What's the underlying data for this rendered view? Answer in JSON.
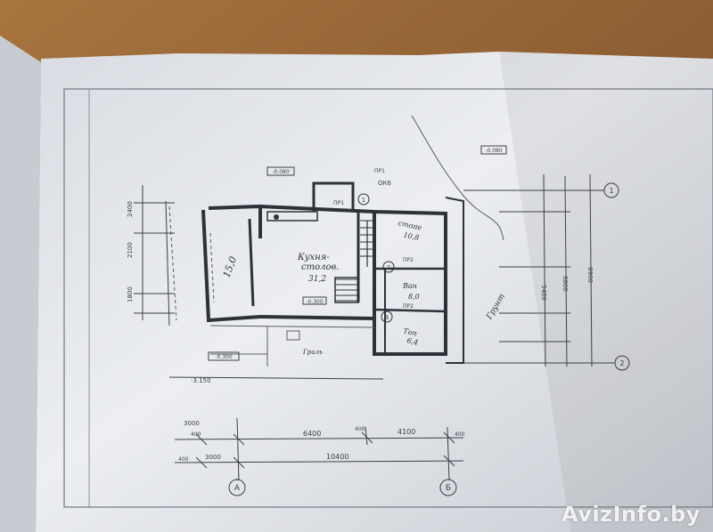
{
  "watermark": "AvizInfo.by",
  "rooms": {
    "kitchen_name_1": "Кухня-",
    "kitchen_name_2": "столов.",
    "kitchen_area": "31,2",
    "living_area": "15,0",
    "storage_name": "стоπе",
    "storage_area": "10,8",
    "bath_name": "Ван",
    "bath_area": "8,0",
    "utility_name": "Топ",
    "utility_area": "6,4",
    "ground_label": "Грунт",
    "porch_label": "Гриль"
  },
  "labels": {
    "pr1_a": "ПР1",
    "pr1_b": "ПР1",
    "pr2_a": "ПР2",
    "pr2_b": "ПР2",
    "ok6": "ОК6",
    "callout_1": "1",
    "callout_2": "2",
    "callout_3": "3"
  },
  "levels": {
    "lv_top": "-0.080",
    "lv_left": "-0.300",
    "lv_mid": "-0.300",
    "lv_bottom": "-3.150"
  },
  "dimensions": {
    "dim_4100": "4100",
    "dim_10400": "10400",
    "dim_6400": "6400",
    "dim_3000_a": "3000",
    "dim_3000_b": "3000",
    "dim_400_a": "400",
    "dim_400_b": "400",
    "dim_400_c": "400",
    "dim_400_d": "400",
    "dim_5400": "5400",
    "dim_8800": "8800",
    "dim_8900": "8900",
    "dim_2100": "2100",
    "dim_1800": "1800",
    "dim_2400": "2400"
  },
  "axes": {
    "axis_a": "А",
    "axis_b": "Б",
    "axis_1": "1",
    "axis_2": "2"
  },
  "colors": {
    "table": "#9a6a3c",
    "paper": "#e6e8ec",
    "line": "#2e3138"
  }
}
